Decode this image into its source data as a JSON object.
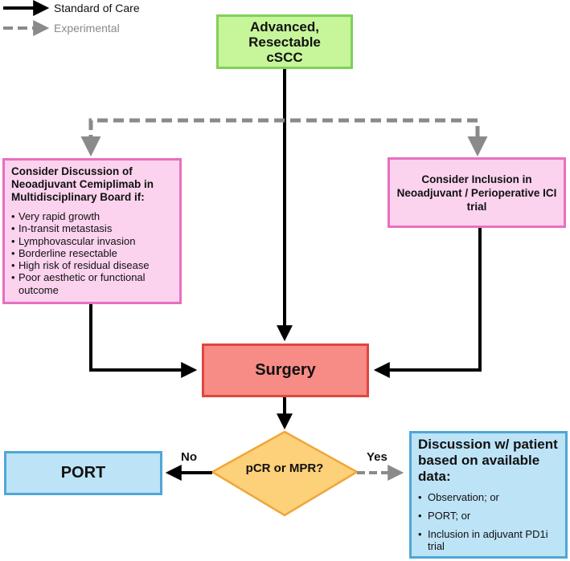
{
  "legend": {
    "standard": "Standard of Care",
    "experimental": "Experimental"
  },
  "start_node": "Advanced,\nResectable\ncSCC",
  "left_node": {
    "title": "Consider Discussion of Neoadjuvant Cemiplimab in Multidisciplinary Board if:",
    "items": [
      "Very rapid growth",
      "In-transit metastasis",
      "Lymphovascular invasion",
      "Borderline resectable",
      "High risk of residual disease",
      "Poor aesthetic or functional outcome"
    ]
  },
  "right_node": "Consider Inclusion in Neoadjuvant / Perioperative ICI trial",
  "surgery_node": "Surgery",
  "decision_node": "pCR or MPR?",
  "port_node": "PORT",
  "edge_labels": {
    "no": "No",
    "yes": "Yes"
  },
  "discussion_node": {
    "title": "Discussion w/ patient based on available data:",
    "items": [
      "Observation; or",
      "PORT; or",
      "Inclusion in adjuvant PD1i trial"
    ]
  },
  "colors": {
    "start_fill": "#c6f59a",
    "consider_fill": "#fbd3ee",
    "surgery_fill": "#f78b85",
    "decision_fill": "#fdd07a",
    "outcome_fill": "#bde3f7",
    "experimental_line": "#8a8a8a",
    "standard_line": "#000000"
  }
}
